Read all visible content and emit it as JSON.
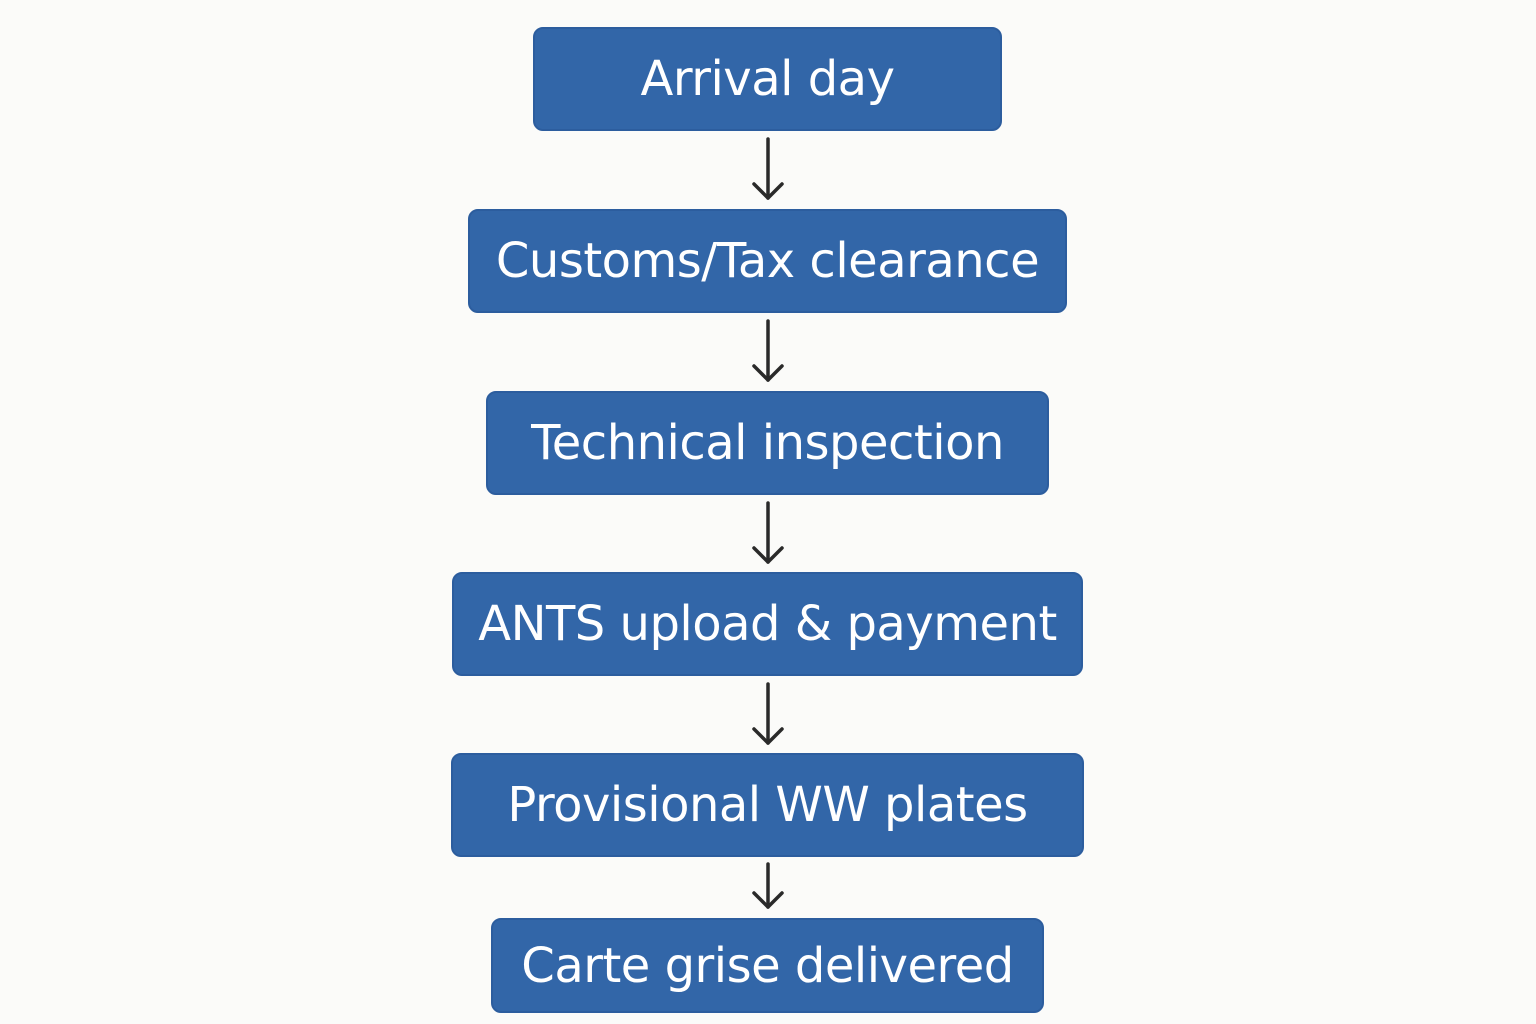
{
  "colors": {
    "background": "#fbfbf9",
    "box_fill": "#3266a8",
    "box_text": "#ffffff",
    "arrow": "#2a2a2a"
  },
  "steps": [
    {
      "label": "Arrival day"
    },
    {
      "label": "Customs/Tax clearance"
    },
    {
      "label": "Technical inspection"
    },
    {
      "label": "ANTS upload & payment"
    },
    {
      "label": "Provisional WW plates"
    },
    {
      "label": "Carte grise delivered"
    }
  ],
  "connectors": [
    {
      "from": 0,
      "to": 1,
      "icon": "arrow-down-icon"
    },
    {
      "from": 1,
      "to": 2,
      "icon": "arrow-down-icon"
    },
    {
      "from": 2,
      "to": 3,
      "icon": "arrow-down-icon"
    },
    {
      "from": 3,
      "to": 4,
      "icon": "arrow-down-icon"
    },
    {
      "from": 4,
      "to": 5,
      "icon": "arrow-down-icon"
    }
  ]
}
